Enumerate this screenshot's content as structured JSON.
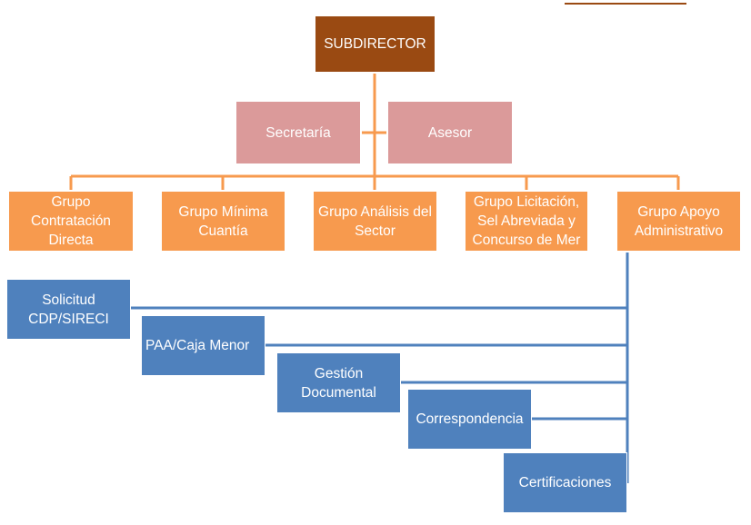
{
  "chart": {
    "root": "SUBDIRECTOR",
    "assistants": [
      "Secretaría",
      "Asesor"
    ],
    "groups": [
      "Grupo Contratación Directa",
      "Grupo Mínima Cuantía",
      "Grupo Análisis del Sector",
      "Grupo Licitación, Sel Abreviada y Concurso de Mer",
      "Grupo Apoyo Administrativo"
    ],
    "subunits": [
      "Solicitud CDP/SIRECI",
      "PAA/Caja Menor",
      "Gestión Documental",
      "Correspondencia",
      "Certificaciones"
    ]
  },
  "colors": {
    "root": "#9a4a12",
    "assistant": "#db9a9a",
    "group": "#f79a4e",
    "subunit": "#4f81bd",
    "orange_line": "#f79a4e",
    "blue_line": "#4f81bd"
  }
}
